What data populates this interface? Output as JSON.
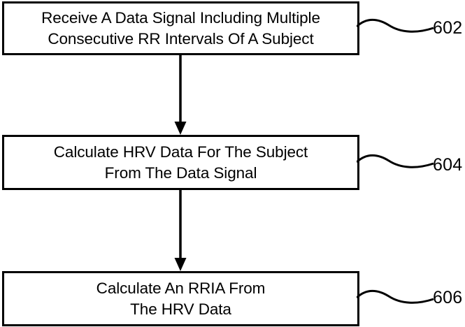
{
  "diagram": {
    "type": "flowchart",
    "orientation": "vertical",
    "background_color": "#ffffff",
    "line_color": "#000000",
    "steps": [
      {
        "id": "step-602",
        "reference_number": "602",
        "lines": [
          "Receive A Data Signal Including Multiple",
          "Consecutive RR Intervals Of A Subject"
        ],
        "text": "Receive A Data Signal Including Multiple Consecutive RR Intervals Of A Subject"
      },
      {
        "id": "step-604",
        "reference_number": "604",
        "lines": [
          "Calculate HRV Data For The Subject",
          "From The Data Signal"
        ],
        "text": "Calculate HRV Data For The Subject From The Data Signal"
      },
      {
        "id": "step-606",
        "reference_number": "606",
        "lines": [
          "Calculate An RRIA From",
          "The HRV Data"
        ],
        "text": "Calculate An RRIA From The HRV Data"
      }
    ],
    "connectors": [
      {
        "id": "connector-1",
        "from": "step-602",
        "to": "step-604",
        "style": "arrow-down"
      },
      {
        "id": "connector-2",
        "from": "step-604",
        "to": "step-606",
        "style": "arrow-down"
      }
    ]
  }
}
